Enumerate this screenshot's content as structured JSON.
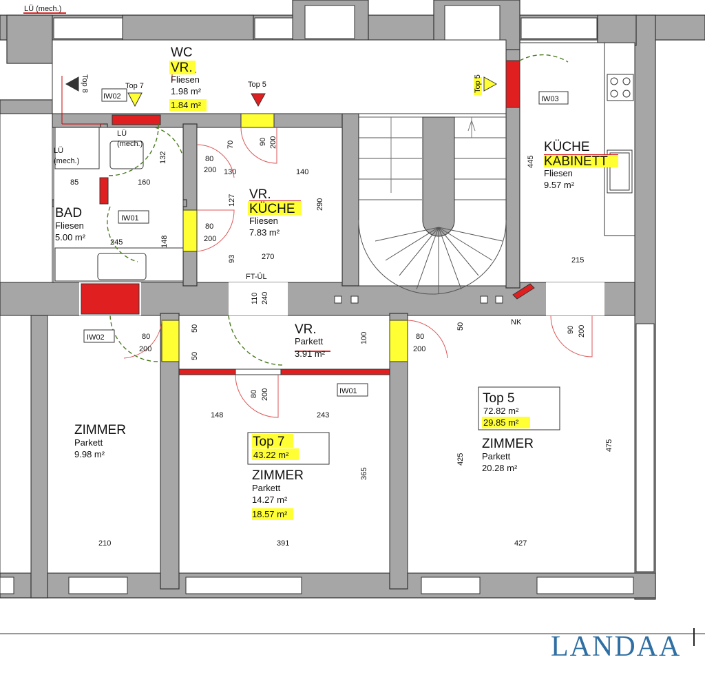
{
  "rooms": {
    "wc": "WC",
    "vr_wc": "VR.",
    "vr_wc_floor": "Fliesen",
    "vr_wc_area": "1.98 m²",
    "vr_wc_area_new": "1.84 m²",
    "vr_kueche": "VR.",
    "kueche_hl": "KÜCHE",
    "vr_kueche_floor": "Fliesen",
    "vr_kueche_area": "7.83 m²",
    "bad": "BAD",
    "bad_floor": "Fliesen",
    "bad_area": "5.00 m²",
    "kueche": "KÜCHE",
    "kabinett": "KABINETT",
    "kueche_floor": "Fliesen",
    "kueche_area": "9.57 m²",
    "vr_mid": "VR.",
    "vr_mid_floor": "Parkett",
    "vr_mid_area": "3.91 m²",
    "zimmer_left": "ZIMMER",
    "zimmer_left_floor": "Parkett",
    "zimmer_left_area": "9.98 m²",
    "zimmer_mid": "ZIMMER",
    "zimmer_mid_floor": "Parkett",
    "zimmer_mid_area": "14.27 m²",
    "zimmer_mid_area_new": "18.57 m²",
    "zimmer_right": "ZIMMER",
    "zimmer_right_floor": "Parkett",
    "zimmer_right_area": "20.28 m²"
  },
  "units": {
    "top7_title": "Top 7",
    "top7_area": "43.22 m²",
    "top5_title": "Top 5",
    "top5_area": "72.82  m²",
    "top5_area_new": "29.85 m²"
  },
  "labels": {
    "lu1": "LÜ (mech.)",
    "lu2a": "LÜ",
    "lu2b": "(mech.)",
    "lu3a": "LÜ",
    "lu3b": "(mech.)",
    "iw02a": "IW02",
    "iw03": "IW03",
    "iw01a": "IW01",
    "iw02b": "IW02",
    "iw01b": "IW01",
    "top7_marker": "Top 7",
    "top5_marker": "Top 5",
    "top5_side": "Top 5",
    "top8_side": "Top 8",
    "ftul": "FT-ÜL",
    "nk": "NK"
  },
  "dims": {
    "d85": "85",
    "d160": "160",
    "d132": "132",
    "d70": "70",
    "d80a": "80",
    "d200a": "200",
    "d130": "130",
    "d140": "140",
    "d90": "90",
    "d200b": "200",
    "d127": "127",
    "d290": "290",
    "d80b": "80",
    "d200c": "200",
    "d245": "245",
    "d148a": "148",
    "d93": "93",
    "d270": "270",
    "d445": "445",
    "d215": "215",
    "d110": "110",
    "d240": "240",
    "d80c": "80",
    "d200d": "200",
    "d50a": "50",
    "d50b": "50",
    "d100": "100",
    "d80d": "80",
    "d200e": "200",
    "d50c": "50",
    "d90b": "90",
    "d200f": "200",
    "d80e": "80",
    "d200g": "200",
    "d148b": "148",
    "d243": "243",
    "d365": "365",
    "d425": "425",
    "d475": "475",
    "d210": "210",
    "d391": "391",
    "d427": "427"
  },
  "brand": "LANDAA",
  "colors": {
    "wall": "#a6a6a6",
    "red": "#e02020",
    "highlight": "#ffff33",
    "dim_line": "#cc0000",
    "brand": "#2f6fa3"
  }
}
